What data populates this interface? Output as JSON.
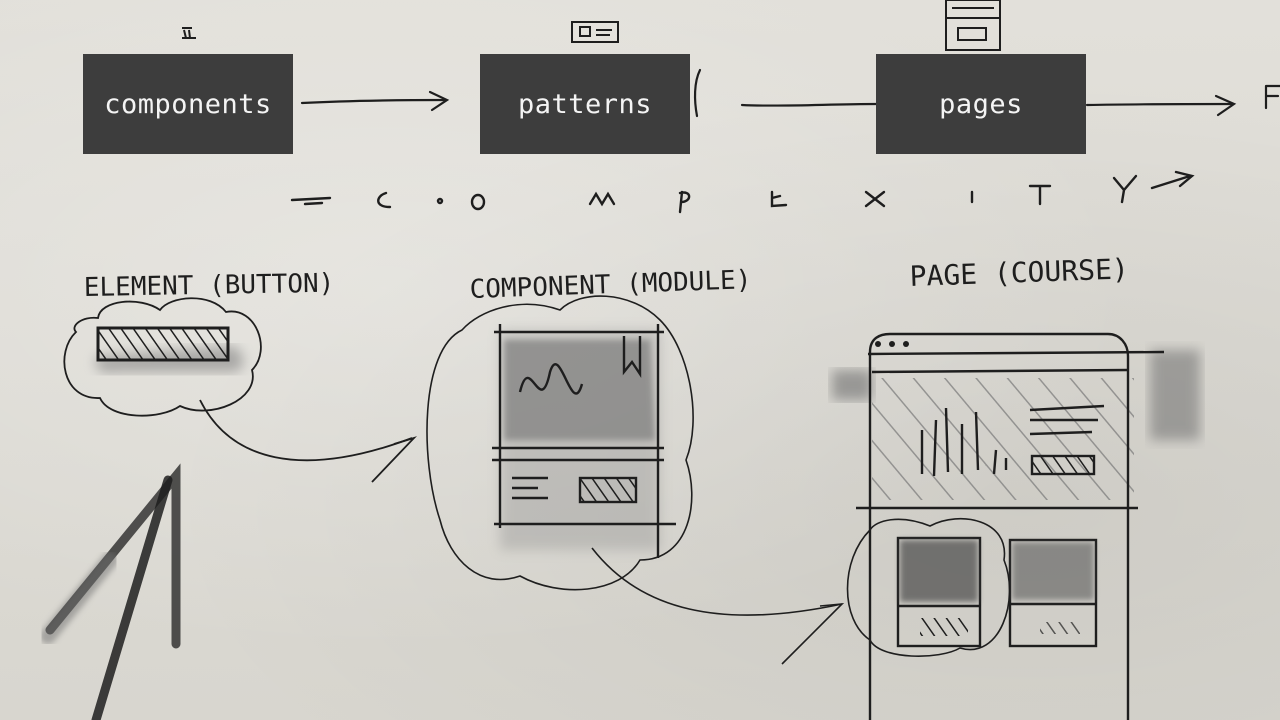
{
  "stages": [
    {
      "label": "components"
    },
    {
      "label": "patterns"
    },
    {
      "label": "pages"
    }
  ],
  "handwriting": {
    "complexity": "COMPLEXITY",
    "element_note": "ELEMENT (BUTTON)",
    "component_note": "COMPONENT (MODULE)",
    "page_note": "PAGE (COURSE)"
  },
  "colors": {
    "paper": "#dcdad3",
    "box": "#3d3d3d",
    "box_text": "#f4f4f4",
    "ink": "#1e1e1e",
    "wash": "#6e6e6e"
  }
}
